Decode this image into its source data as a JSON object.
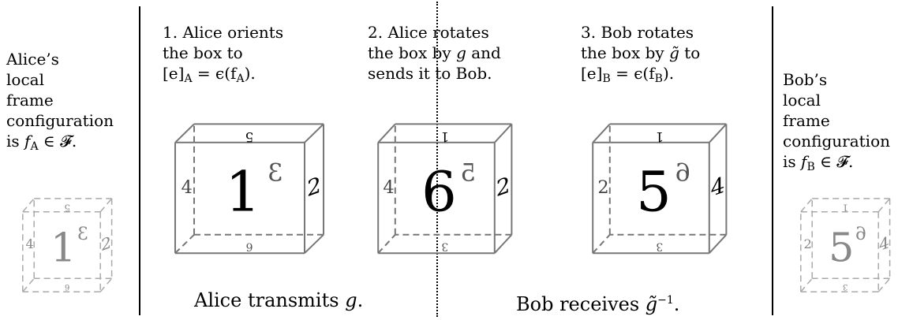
{
  "left_panel": {
    "lines": [
      "Alice’s",
      "local",
      "frame",
      "configuration"
    ],
    "last_line_prefix": "is ",
    "last_line_math": "f",
    "last_line_sub": "A",
    "last_line_suffix": " ∈ 𝓕."
  },
  "right_panel": {
    "lines": [
      "Bob’s",
      "local",
      "frame",
      "configuration"
    ],
    "last_line_prefix": "is ",
    "last_line_math": "f",
    "last_line_sub": "B",
    "last_line_suffix": " ∈ 𝓕."
  },
  "step1": {
    "line1": "1. Alice orients",
    "line2": "the box to",
    "line3_a": "[e]",
    "line3_sub": "A",
    "line3_b": " = ϵ(f",
    "line3_sub2": "A",
    "line3_c": ")."
  },
  "step2": {
    "line1": "2. Alice rotates",
    "line2_a": "the box by ",
    "line2_g": "g",
    "line2_b": " and",
    "line3": "sends it to Bob."
  },
  "step3": {
    "line1": "3. Bob rotates",
    "line2_a": "the box by ",
    "line2_g": "g̃",
    "line2_b": " to",
    "line3_a": "[e]",
    "line3_sub": "B",
    "line3_b": " = ϵ(f",
    "line3_sub2": "B",
    "line3_c": ")."
  },
  "bottom": {
    "alice_a": "Alice transmits ",
    "alice_g": "g",
    "alice_b": ".",
    "bob_a": "Bob receives ",
    "bob_g": "g̃",
    "bob_sup": "−1",
    "bob_b": "."
  },
  "cubes": {
    "alice_small": {
      "front": "1",
      "top": "5",
      "right": "2",
      "left": "4",
      "bottom": "6",
      "corner": "3"
    },
    "cube1": {
      "front": "1",
      "top": "5",
      "right": "2",
      "left": "4",
      "bottom": "6",
      "corner": "3"
    },
    "cube2": {
      "front": "6",
      "top": "1",
      "right": "2",
      "left": "4",
      "bottom": "3",
      "corner": "5"
    },
    "cube3": {
      "front": "5",
      "top": "1",
      "right": "4",
      "left": "2",
      "bottom": "3",
      "corner": "6"
    },
    "bob_small": {
      "front": "5",
      "top": "1",
      "right": "4",
      "left": "2",
      "bottom": "3",
      "corner": "6"
    }
  },
  "colors": {
    "edge": "#777777",
    "faint_edge": "#aaaaaa",
    "ink": "#000000",
    "faint_ink": "#888888"
  }
}
